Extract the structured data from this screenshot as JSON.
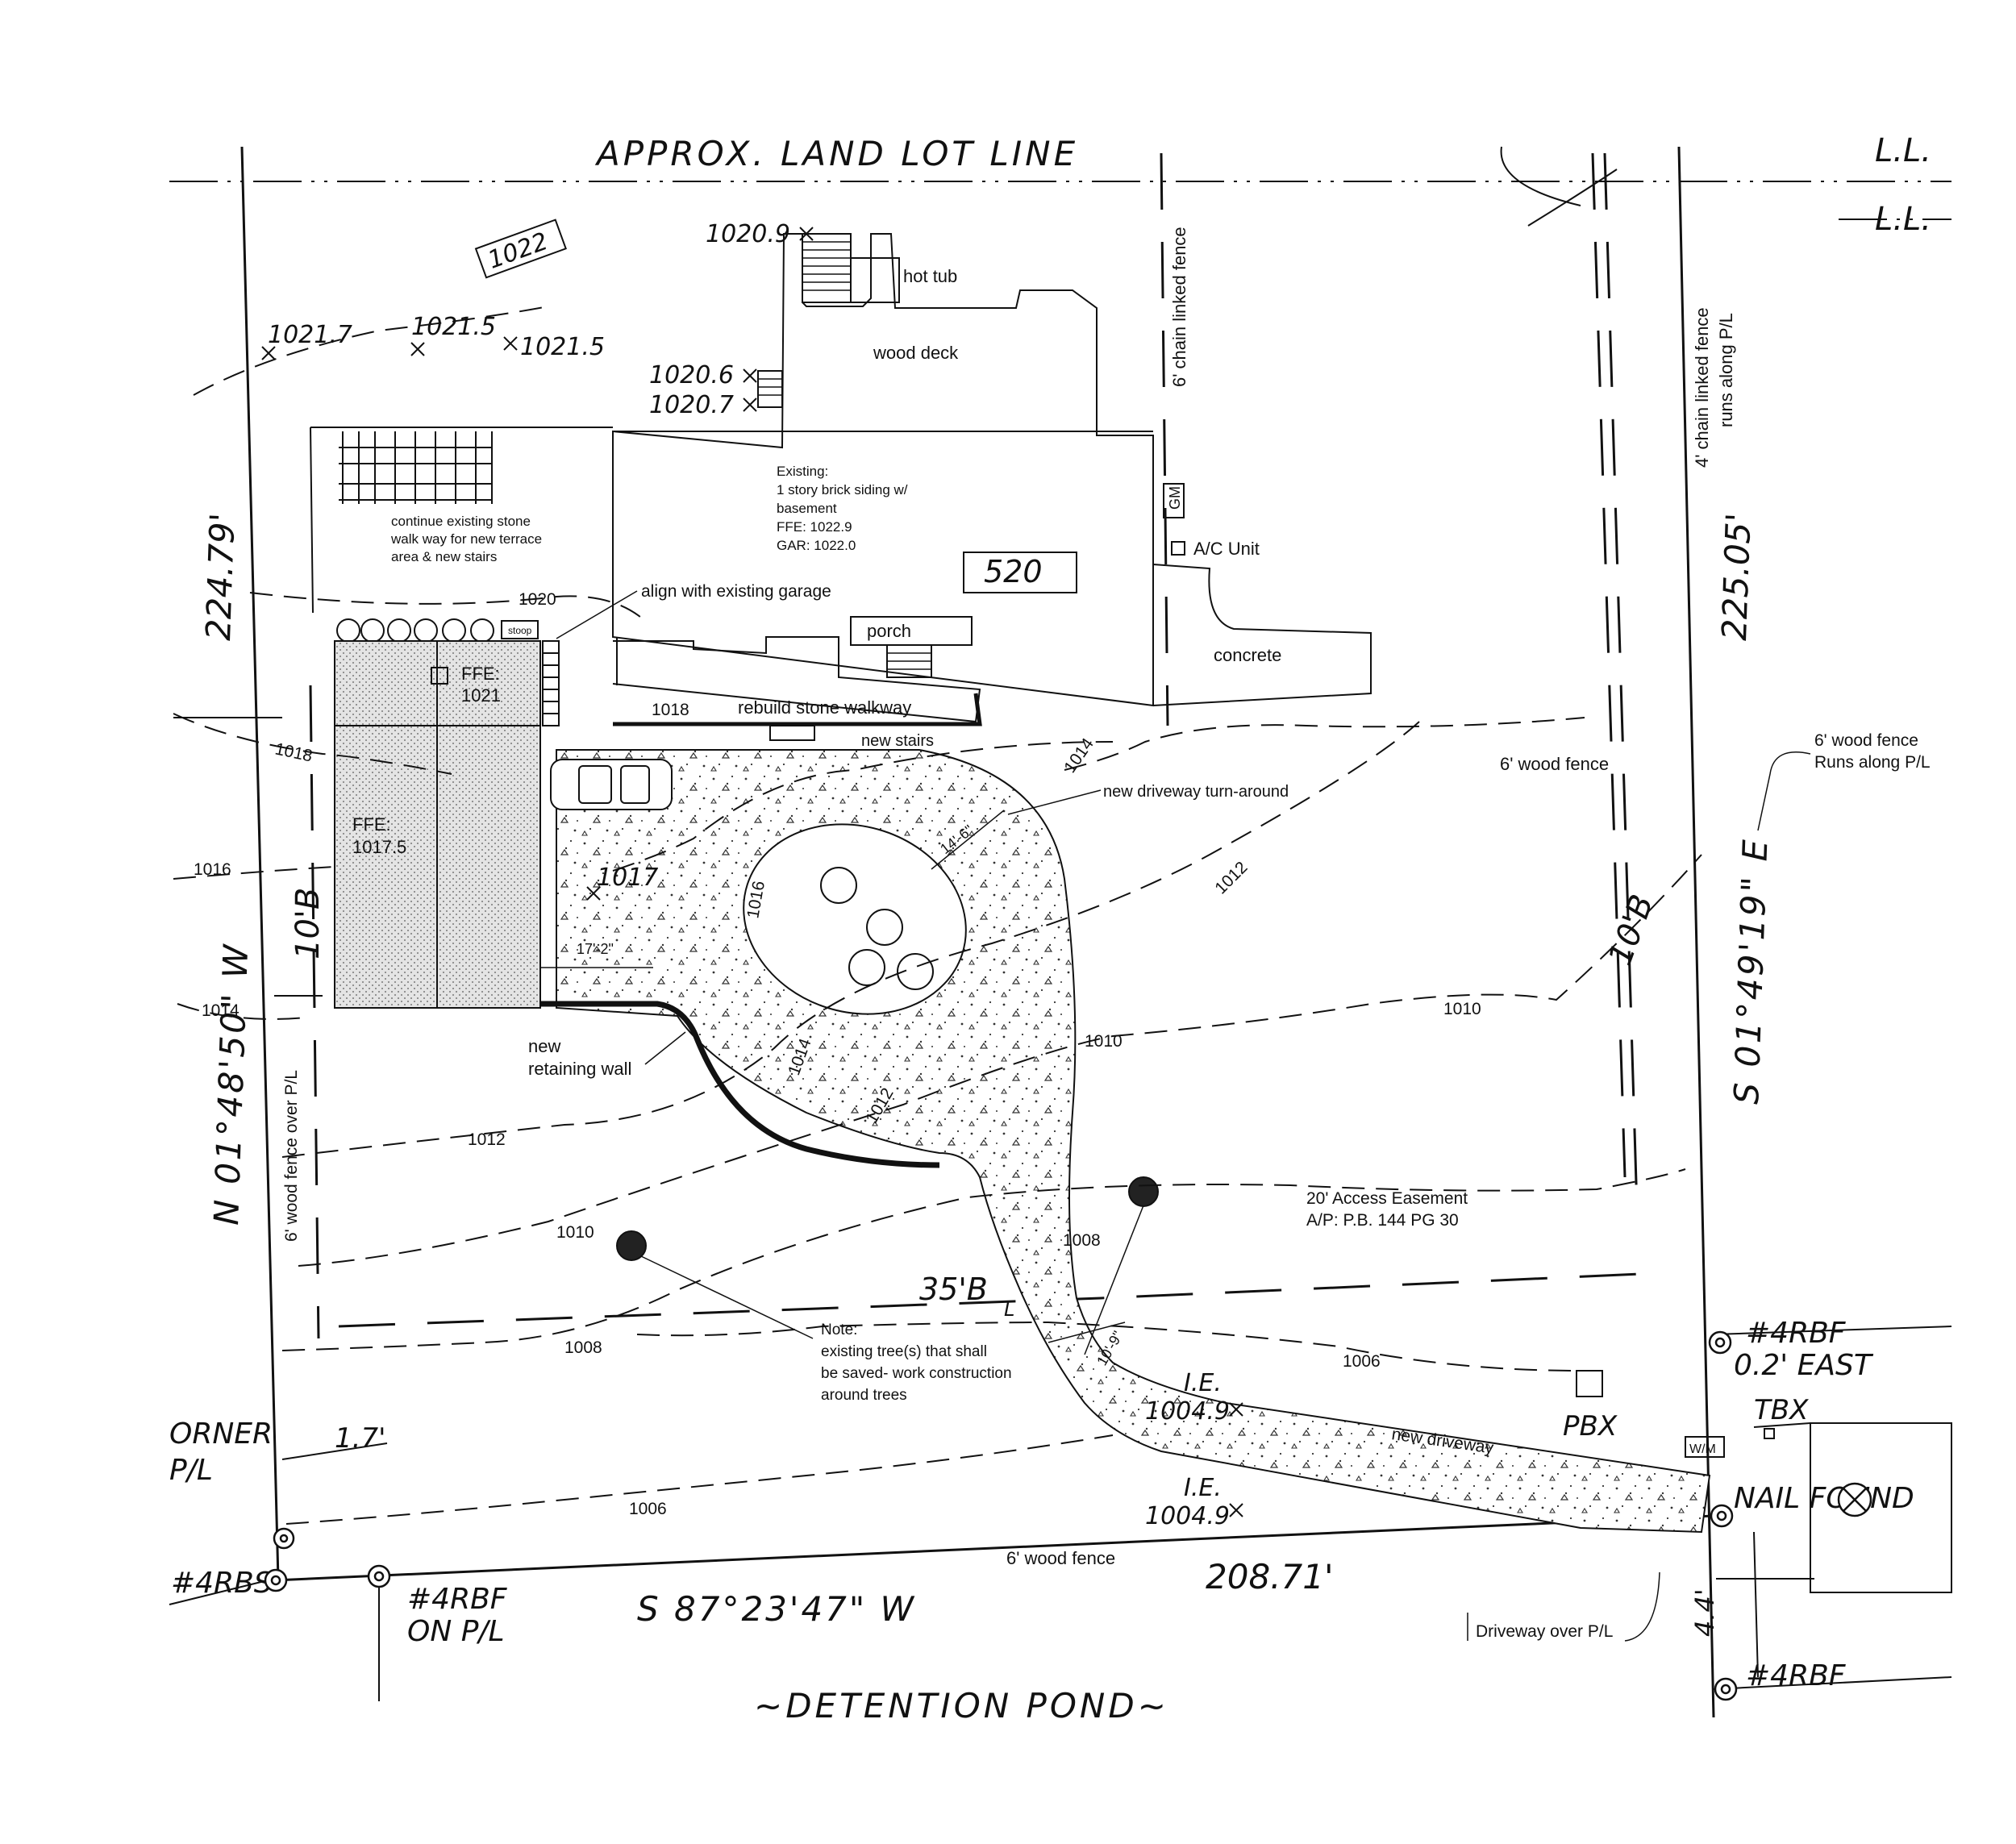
{
  "labels": {
    "land_lot_line": "APPROX. LAND LOT LINE",
    "ll_top": "L.L.",
    "ll_right": "L.L.",
    "chain_fence_left": "6' chain linked fence",
    "chain_fence_right_1": "4' chain linked fence",
    "chain_fence_right_2": "runs along P/L",
    "hot_tub": "hot tub",
    "wood_deck": "wood deck",
    "existing_1": "Existing:",
    "existing_2": "1 story brick siding w/",
    "existing_3": "basement",
    "existing_4": "FFE: 1022.9",
    "existing_5": "GAR: 1022.0",
    "house_number": "520",
    "gm": "GM",
    "ac_unit": "A/C Unit",
    "concrete": "concrete",
    "continue_1": "continue existing stone",
    "continue_2": "walk way for new terrace",
    "continue_3": "area & new stairs",
    "align": "align with existing garage",
    "porch": "porch",
    "stoop": "stoop",
    "rebuild": "rebuild stone walkway",
    "new_stairs": "new stairs",
    "ffe_1021_a": "FFE:",
    "ffe_1021_b": "1021",
    "ffe_1017_a": "FFE:",
    "ffe_1017_b": "1017.5",
    "turnaround": "new driveway turn-around",
    "wood_fence_mid": "6' wood fence",
    "wood_fence_right_1": "6' wood fence",
    "wood_fence_right_2": "Runs along P/L",
    "retaining_1": "new",
    "retaining_2": "retaining wall",
    "dim_17_2": "17'-2\"",
    "dim_14_6": "14'-6\"",
    "dim_10_9": "10'-9\"",
    "wood_fence_left": "6' wood fence over P/L",
    "easement_1": "20' Access Easement",
    "easement_2": "A/P: P.B. 144 PG 30",
    "note_1": "Note:",
    "note_2": "existing tree(s) that shall",
    "note_3": "be saved- work construction",
    "note_4": "around trees",
    "new_driveway": "new driveway",
    "driveway_over": "Driveway over P/L",
    "wood_fence_bottom": "6' wood fence",
    "setback_10_left": "10'B",
    "setback_10_right": "10'B",
    "setback_35": "35'B",
    "setback_35_sub": "L",
    "bearing_left": "N 01°48'50\" W",
    "dist_left": "224.79'",
    "bearing_right": "S 01°49'19\" E",
    "dist_right": "225.05'",
    "bearing_bottom": "S 87°23'47\" W",
    "dist_bottom": "208.71'",
    "rbs": "#4RBS",
    "rbf_onpl_1": "#4RBF",
    "rbf_onpl_2": "ON P/L",
    "rbf_right_1": "#4RBF",
    "rbf_right_2": "0.2' EAST",
    "rbf_bottom": "#4RBF",
    "nail": "NAIL FOUND",
    "pbx": "PBX",
    "tbx": "TBX",
    "wm": "W/M",
    "corner_1": "ORNER",
    "corner_2": "P/L",
    "dim_1_7": "1.7'",
    "dim_4_4": "4.4'",
    "detention": "~DETENTION POND~",
    "ie_upper_1": "I.E.",
    "ie_upper_2": "1004.9",
    "ie_lower_1": "I.E.",
    "ie_lower_2": "1004.9",
    "contour_1022": "1022",
    "contour_1020": "1020",
    "contour_1018a": "1018",
    "contour_1018b": "1018",
    "contour_1016a": "1016",
    "contour_1016b": "1016",
    "contour_1014a": "1014",
    "contour_1014b": "1014",
    "contour_1014c": "1014",
    "contour_1012a": "1012",
    "contour_1012b": "1012",
    "contour_1012c": "1012",
    "contour_1010a": "1010",
    "contour_1010b": "1010",
    "contour_1010c": "1010",
    "contour_1008a": "1008",
    "contour_1008b": "1008",
    "contour_1006a": "1006",
    "contour_1006b": "1006",
    "spot_1017": "1017",
    "spot_1021_7": "1021.7",
    "spot_1021_5a": "1021.5",
    "spot_1021_5b": "1021.5",
    "spot_1020_9": "1020.9",
    "spot_1020_6": "1020.6",
    "spot_1020_7": "1020.7"
  }
}
